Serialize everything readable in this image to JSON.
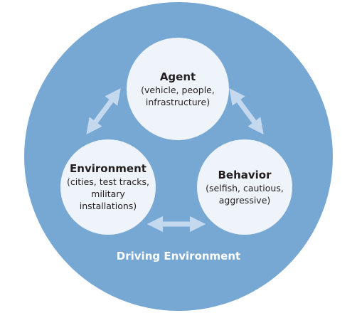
{
  "colors": {
    "outer_circle": "#77a8d4",
    "inner_circle": "#eef4fa",
    "arrow": "#c4d9ee",
    "text_dark": "#231f20",
    "text_light": "#ffffff"
  },
  "outer": {
    "label": "Driving Environment"
  },
  "nodes": {
    "agent": {
      "title": "Agent",
      "subtitle": "(vehicle, people,\ninfrastructure)"
    },
    "environment": {
      "title": "Environment",
      "subtitle": "(cities, test tracks,\nmilitary\ninstallations)"
    },
    "behavior": {
      "title": "Behavior",
      "subtitle": "(selfish, cautious,\naggressive)"
    }
  },
  "connections": [
    {
      "from": "agent",
      "to": "environment",
      "arrow": "double"
    },
    {
      "from": "agent",
      "to": "behavior",
      "arrow": "double"
    },
    {
      "from": "environment",
      "to": "behavior",
      "arrow": "double"
    }
  ]
}
